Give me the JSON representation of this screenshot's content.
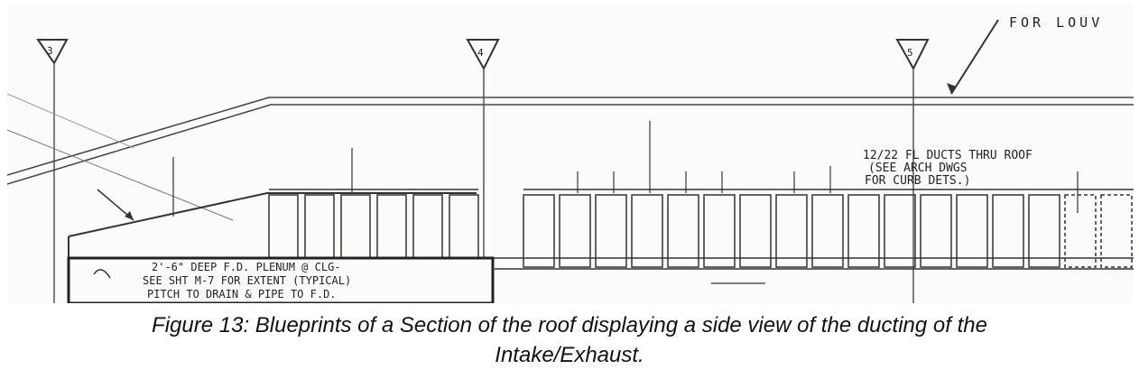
{
  "figure": {
    "caption_line1": "Figure 13: Blueprints of a Section of the roof displaying a side view of the ducting of the",
    "caption_line2": "Intake/Exhaust."
  },
  "blueprint": {
    "grid_markers": [
      "3",
      "4",
      "5"
    ],
    "top_note": "FOR LOUV",
    "duct_note_line1": "12/22 FL DUCTS THRU ROOF",
    "duct_note_line2": "(SEE ARCH DWGS",
    "duct_note_line3": "FOR CURB DETS.)",
    "plenum_note_line1": "2'-6\" DEEP F.D. PLENUM @ CLG-",
    "plenum_note_line2": "SEE SHT M-7 FOR EXTENT (TYPICAL)",
    "plenum_note_line3": "PITCH TO DRAIN & PIPE TO F.D.",
    "line_color": "#3a3a3a"
  }
}
